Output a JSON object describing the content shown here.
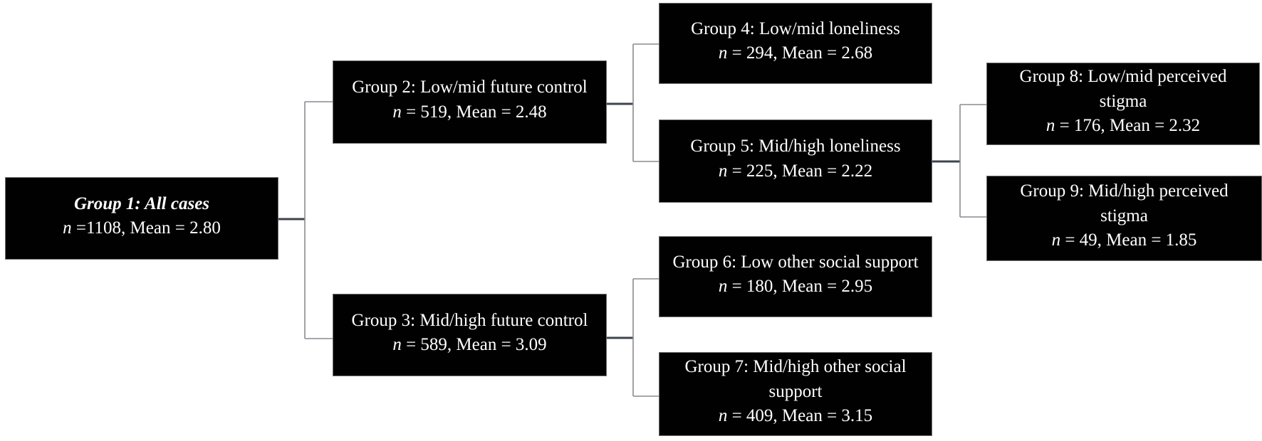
{
  "diagram": {
    "type": "tree",
    "description": "Decision-tree of groups with sample sizes and means",
    "nodes": [
      {
        "id": "group1",
        "title": "Group 1: All cases",
        "n_label": "n",
        "stats": " =1108, Mean = 2.80"
      },
      {
        "id": "group2",
        "title": "Group 2: Low/mid future control",
        "n_label": "n",
        "stats": " = 519, Mean = 2.48"
      },
      {
        "id": "group3",
        "title": "Group 3: Mid/high future control",
        "n_label": "n",
        "stats": " = 589, Mean = 3.09"
      },
      {
        "id": "group4",
        "title": "Group 4: Low/mid loneliness",
        "n_label": "n",
        "stats": " = 294, Mean = 2.68"
      },
      {
        "id": "group5",
        "title": "Group 5: Mid/high loneliness",
        "n_label": "n",
        "stats": " = 225, Mean = 2.22"
      },
      {
        "id": "group6",
        "title": "Group 6: Low other social support",
        "n_label": "n",
        "stats": " = 180, Mean = 2.95"
      },
      {
        "id": "group7",
        "title": "Group 7: Mid/high other social support",
        "n_label": "n",
        "stats": " = 409, Mean = 3.15"
      },
      {
        "id": "group8",
        "title": "Group 8: Low/mid perceived stigma",
        "n_label": "n",
        "stats": " = 176, Mean = 2.32"
      },
      {
        "id": "group9",
        "title": "Group 9: Mid/high perceived stigma",
        "n_label": "n",
        "stats": " = 49, Mean = 1.85"
      }
    ],
    "edges": [
      {
        "from": "group1",
        "to": "group2"
      },
      {
        "from": "group1",
        "to": "group3"
      },
      {
        "from": "group2",
        "to": "group4"
      },
      {
        "from": "group2",
        "to": "group5"
      },
      {
        "from": "group3",
        "to": "group6"
      },
      {
        "from": "group3",
        "to": "group7"
      },
      {
        "from": "group5",
        "to": "group8"
      },
      {
        "from": "group5",
        "to": "group9"
      }
    ],
    "colors": {
      "node_background": "#010101",
      "node_border": "#6e6e6e",
      "node_text": "#ffffff",
      "connector_stub_dark": "#3f444c",
      "connector_bracket_light": "#8a8a92",
      "page_background": "#ffffff"
    }
  }
}
